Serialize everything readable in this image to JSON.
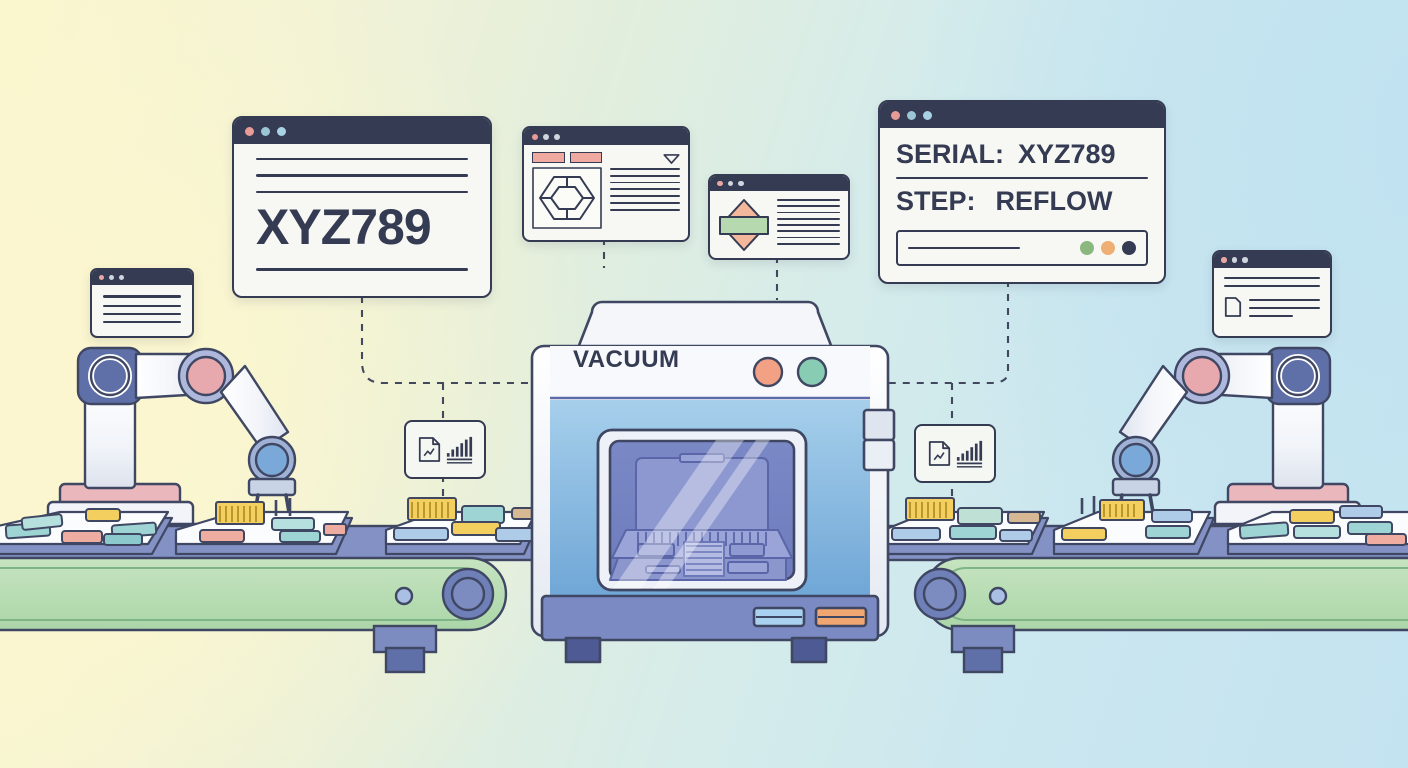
{
  "scene": {
    "title": "Semiconductor assembly line with traceability HMI overlays",
    "background": {
      "from": "#faf6cd",
      "mid": "#e2eedd",
      "to": "#c4e3f1"
    },
    "ink": "#343b52"
  },
  "machine": {
    "name": "VACUUM",
    "label": "VACUUM",
    "indicator_lights": [
      {
        "name": "status-light-alarm",
        "color": "#f3a185"
      },
      {
        "name": "status-light-ready",
        "color": "#88ccb4"
      }
    ],
    "front_panel_buttons": [
      {
        "name": "panel-button-blue",
        "color": "#a9d2f0"
      },
      {
        "name": "panel-button-orange",
        "color": "#f0a772"
      }
    ]
  },
  "windows": {
    "serial_panel": {
      "name": "serial-step-window",
      "rows": [
        {
          "label": "SERIAL:",
          "value": "XYZ789"
        },
        {
          "label": "STEP:",
          "value": "REFLOW"
        }
      ],
      "progress_bar_name": "progress-field",
      "legend_dots": [
        {
          "name": "legend-dot-green",
          "color": "#8ab87f"
        },
        {
          "name": "legend-dot-orange",
          "color": "#efae73"
        },
        {
          "name": "legend-dot-navy",
          "color": "#343b52"
        }
      ],
      "traffic_lights": [
        "#e79a96",
        "#9cc6d4",
        "#a8d3e4"
      ]
    },
    "serial_id_panel": {
      "name": "serial-id-window",
      "value": "XYZ789",
      "text_lines": 3,
      "footer_lines": 1,
      "traffic_lights": [
        "#e79a96",
        "#9cc6d4",
        "#a8d3e4"
      ]
    },
    "cad_panel": {
      "name": "cad-preview-window",
      "glyph": "hexagon-wafer-icon",
      "tab_chips": 2,
      "text_lines": 8,
      "has_dropdown_caret": true,
      "traffic_lights": [
        "#e79a96",
        "#cfd6de",
        "#cfd6de"
      ]
    },
    "diamond_panel": {
      "name": "recipe-window",
      "glyph": "diamond-band-icon",
      "text_lines": 9,
      "traffic_lights": [
        "#e8a7a2",
        "#cfd6de",
        "#cfd6de"
      ]
    },
    "small_left_panel": {
      "name": "log-window-left",
      "text_lines": 4,
      "traffic_lights": [
        "#e8a7a2",
        "#cfd6de",
        "#cfd6de"
      ]
    },
    "small_right_panel": {
      "name": "note-window-right",
      "glyph": "document-corner-icon",
      "text_lines": 5,
      "traffic_lights": [
        "#e8a7a2",
        "#cfd6de",
        "#cfd6de"
      ]
    }
  },
  "badges": [
    {
      "name": "report-chart-badge-left",
      "doc_glyph": "document-icon",
      "chart_glyph": "bar-chart-icon",
      "bars": [
        3,
        6,
        9,
        12,
        16,
        21
      ]
    },
    {
      "name": "report-chart-badge-right",
      "doc_glyph": "document-icon",
      "chart_glyph": "bar-chart-icon",
      "bars": [
        3,
        6,
        9,
        12,
        16,
        21
      ]
    }
  ],
  "robots": [
    {
      "name": "robot-arm-left",
      "joint_shoulder": "#5f6fa8",
      "joint_elbow": "#e7a8ae",
      "joint_wrist": "#7aa8d8",
      "base_pad": "#e9b7bc"
    },
    {
      "name": "robot-arm-right",
      "joint_shoulder": "#5f6fa8",
      "joint_elbow": "#e7a8ae",
      "joint_wrist": "#7aa8d8",
      "base_pad": "#e9b7bc"
    }
  ],
  "conveyor": {
    "name": "conveyor-belt",
    "belt_color": "#b8ddb4",
    "frame_color": "#8391c4",
    "pulley_color": "#6f7fb8",
    "leg_color": "#7d8cc0",
    "carriers": 8
  },
  "component_palette": {
    "teal": "#9fd4d4",
    "yellow": "#f2cf5e",
    "pink": "#eeada0",
    "blue": "#aecbe8",
    "tan": "#d6b894",
    "mint": "#bfe0d4",
    "lilac": "#c3c6e6"
  },
  "connectors": {
    "name": "dashed-connector-lines",
    "color": "#343b52",
    "dash": "7 7"
  }
}
